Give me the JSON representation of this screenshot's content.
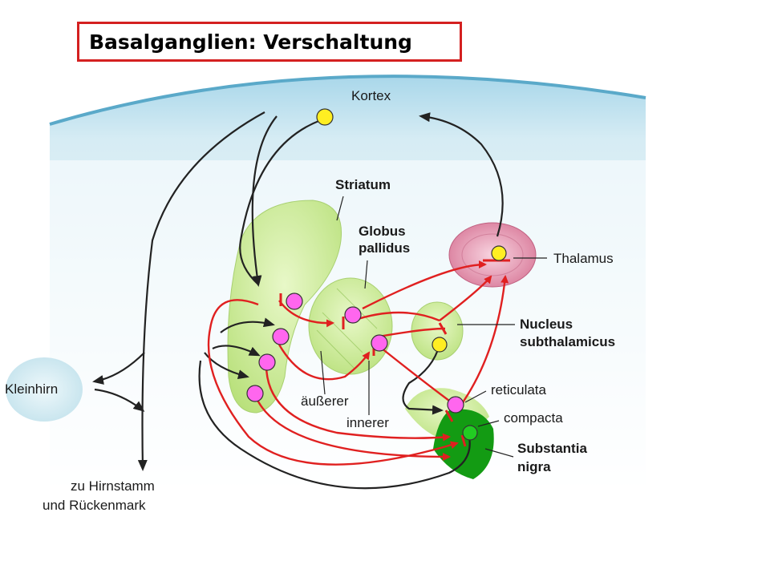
{
  "title": "Basalganglien: Verschaltung",
  "labels": {
    "kortex": "Kortex",
    "striatum": "Striatum",
    "globus_line1": "Globus",
    "globus_line2": "pallidus",
    "thalamus": "Thalamus",
    "nucleus_line1": "Nucleus",
    "nucleus_line2": "subthalamicus",
    "kleinhirn": "Kleinhirn",
    "aeusserer": "äußerer",
    "innerer": "innerer",
    "reticulata": "reticulata",
    "compacta": "compacta",
    "substantia_line1": "Substantia",
    "substantia_line2": "nigra",
    "hirnstamm_line1": "zu Hirnstamm",
    "hirnstamm_line2": "und Rückenmark"
  },
  "colors": {
    "title_border": "#d42020",
    "cortex": "#cfe8f2",
    "striatum": "#c9eb9c",
    "globus": "#c9eb9c",
    "thalamus": "#e8a0b8",
    "substantia_nigra": "#1a9a1a",
    "kleinhirn": "#d4ecf2",
    "excitatory_path": "#e02020",
    "projection_path": "#222222",
    "neuron_striatal": "#ff66ee",
    "neuron_cortex": "#ffee22",
    "neuron_compacta": "#22cc22"
  }
}
